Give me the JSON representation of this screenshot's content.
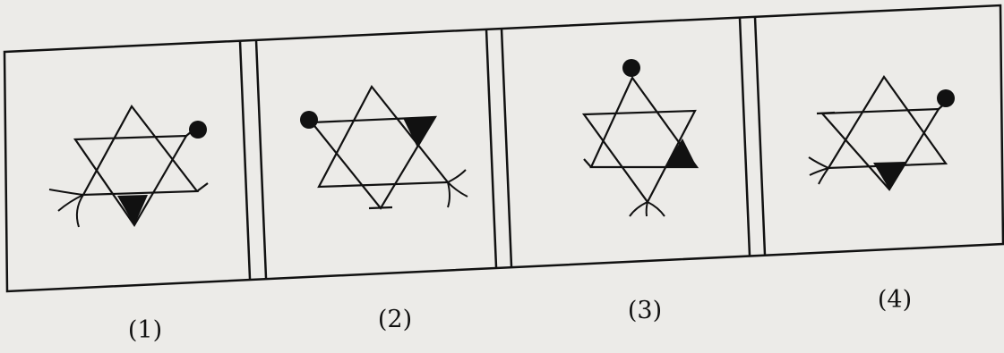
{
  "figure": {
    "ink_color": "#111111",
    "paper_color": "#ecebe8",
    "options": [
      {
        "label": "(1)",
        "dot": "upper-right",
        "filled_triangle": "bottom",
        "curls": "lower-left"
      },
      {
        "label": "(2)",
        "dot": "upper-left",
        "filled_triangle": "upper-right",
        "curls": "lower-right"
      },
      {
        "label": "(3)",
        "dot": "top",
        "filled_triangle": "lower-right",
        "curls": "bottom"
      },
      {
        "label": "(4)",
        "dot": "upper-right",
        "filled_triangle": "bottom",
        "curls": "lower-left"
      }
    ]
  }
}
